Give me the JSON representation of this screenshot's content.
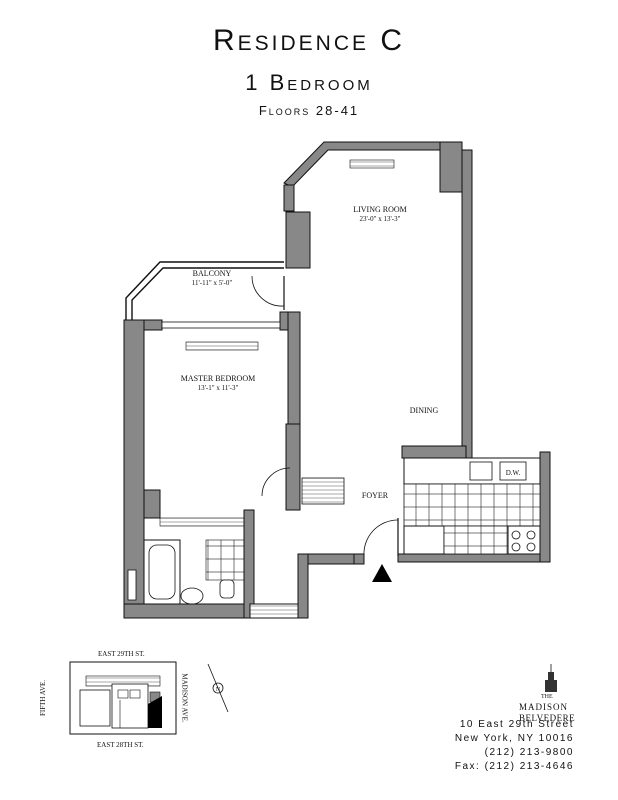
{
  "header": {
    "title": "Residence C",
    "subtitle": "1 Bedroom",
    "floors": "Floors 28-41"
  },
  "rooms": {
    "living": {
      "name": "Living Room",
      "dims": "23'-0\" x 13'-3\""
    },
    "balcony": {
      "name": "Balcony",
      "dims": "11'-11\" x 5'-0\""
    },
    "master": {
      "name": "Master Bedroom",
      "dims": "13'-1\" x 11'-3\""
    },
    "dining": {
      "name": "Dining"
    },
    "foyer": {
      "name": "Foyer"
    },
    "dw": "D.W."
  },
  "keyplan": {
    "north": "East 29th St.",
    "south": "East 28th St.",
    "west": "Fifth Ave.",
    "east": "Madison Ave."
  },
  "logo": {
    "the": "THE",
    "line1": "MADISON",
    "line2": "BELVEDERE"
  },
  "address": {
    "street": "10 East 29th Street",
    "city": "New York, NY 10016",
    "phone": "(212) 213-9800",
    "fax": "Fax: (212) 213-4646"
  }
}
